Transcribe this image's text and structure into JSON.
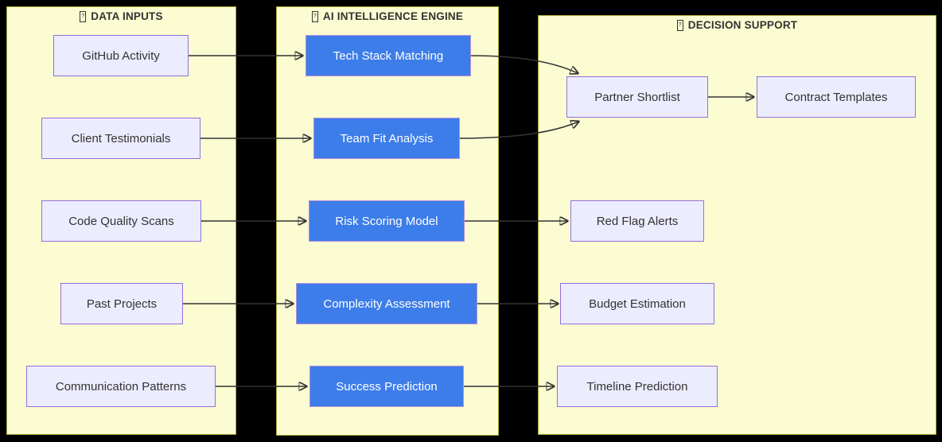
{
  "diagram": {
    "type": "flowchart-lr",
    "background": "#000000",
    "groups": {
      "inputs": {
        "title": "DATA INPUTS",
        "icon": "?",
        "icon_name": "missing-glyph-icon"
      },
      "engine": {
        "title": "AI INTELLIGENCE ENGINE",
        "icon": "?",
        "icon_name": "missing-glyph-icon"
      },
      "decision": {
        "title": "DECISION SUPPORT",
        "icon": "?",
        "icon_name": "missing-glyph-icon"
      }
    },
    "nodes": {
      "github": {
        "label": "GitHub Activity",
        "group": "inputs",
        "style": "light"
      },
      "client": {
        "label": "Client Testimonials",
        "group": "inputs",
        "style": "light"
      },
      "code": {
        "label": "Code Quality Scans",
        "group": "inputs",
        "style": "light"
      },
      "past": {
        "label": "Past Projects",
        "group": "inputs",
        "style": "light"
      },
      "comm": {
        "label": "Communication Patterns",
        "group": "inputs",
        "style": "light"
      },
      "tech": {
        "label": "Tech Stack Matching",
        "group": "engine",
        "style": "blue"
      },
      "team": {
        "label": "Team Fit Analysis",
        "group": "engine",
        "style": "blue"
      },
      "risk": {
        "label": "Risk Scoring Model",
        "group": "engine",
        "style": "blue"
      },
      "complexity": {
        "label": "Complexity Assessment",
        "group": "engine",
        "style": "blue"
      },
      "success": {
        "label": "Success Prediction",
        "group": "engine",
        "style": "blue"
      },
      "partner": {
        "label": "Partner Shortlist",
        "group": "decision",
        "style": "light"
      },
      "contract": {
        "label": "Contract Templates",
        "group": "decision",
        "style": "light"
      },
      "redflag": {
        "label": "Red Flag Alerts",
        "group": "decision",
        "style": "light"
      },
      "budget": {
        "label": "Budget Estimation",
        "group": "decision",
        "style": "light"
      },
      "timeline": {
        "label": "Timeline Prediction",
        "group": "decision",
        "style": "light"
      }
    },
    "edges": [
      {
        "from": "GitHub Activity",
        "to": "Tech Stack Matching"
      },
      {
        "from": "Client Testimonials",
        "to": "Team Fit Analysis"
      },
      {
        "from": "Code Quality Scans",
        "to": "Risk Scoring Model"
      },
      {
        "from": "Past Projects",
        "to": "Complexity Assessment"
      },
      {
        "from": "Communication Patterns",
        "to": "Success Prediction"
      },
      {
        "from": "Tech Stack Matching",
        "to": "Partner Shortlist"
      },
      {
        "from": "Team Fit Analysis",
        "to": "Partner Shortlist"
      },
      {
        "from": "Risk Scoring Model",
        "to": "Red Flag Alerts"
      },
      {
        "from": "Complexity Assessment",
        "to": "Budget Estimation"
      },
      {
        "from": "Success Prediction",
        "to": "Timeline Prediction"
      },
      {
        "from": "Partner Shortlist",
        "to": "Contract Templates"
      }
    ],
    "colors": {
      "group_fill": "#FCFCD3",
      "group_border": "#A9A933",
      "node_light_fill": "#ECECFF",
      "node_light_border": "#9370DB",
      "node_blue_fill": "#3D7DE9",
      "node_blue_text": "#FFFFFF",
      "text": "#333333",
      "arrow": "#333333"
    }
  }
}
